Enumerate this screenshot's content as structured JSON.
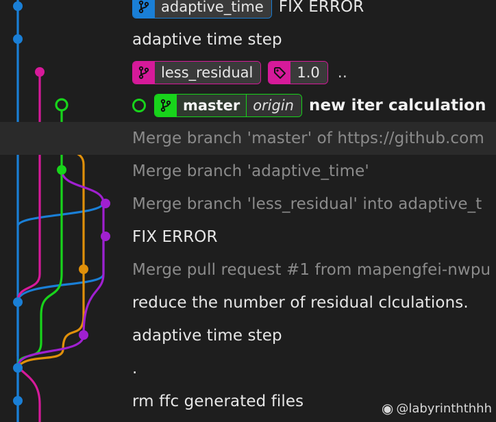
{
  "colors": {
    "blue": "#1a7fd6",
    "magenta": "#d61a9a",
    "green": "#18d41b",
    "orange": "#e0900a",
    "purple": "#a020d0"
  },
  "commits": [
    {
      "refs": [
        {
          "type": "branch",
          "color": "blue",
          "name": "adaptive_time",
          "icon": "branch-icon"
        }
      ],
      "message": "FIX ERROR"
    },
    {
      "message": "adaptive time step"
    },
    {
      "refs": [
        {
          "type": "branch",
          "color": "magenta",
          "name": "less_residual",
          "icon": "branch-icon"
        },
        {
          "type": "tag",
          "color": "magenta",
          "name": "1.0",
          "icon": "tag-icon"
        }
      ],
      "message": ".."
    },
    {
      "head": true,
      "refs": [
        {
          "type": "branch",
          "color": "green",
          "name": "master",
          "remote": "origin",
          "icon": "branch-icon"
        }
      ],
      "message": "new iter calculation"
    },
    {
      "merge": true,
      "message": "Merge branch 'master' of https://github.com"
    },
    {
      "merge": true,
      "message": "Merge branch 'adaptive_time'"
    },
    {
      "merge": true,
      "message": "Merge branch 'less_residual' into adaptive_t"
    },
    {
      "message": "FIX ERROR"
    },
    {
      "merge": true,
      "message": "Merge pull request #1 from mapengfei-nwpu"
    },
    {
      "message": "reduce the number of residual clculations."
    },
    {
      "message": "adaptive time step"
    },
    {
      "message": "."
    },
    {
      "message": "rm ffc generated files"
    }
  ],
  "watermark": {
    "icon": "weibo-icon",
    "text": "@labyrinththhh"
  }
}
